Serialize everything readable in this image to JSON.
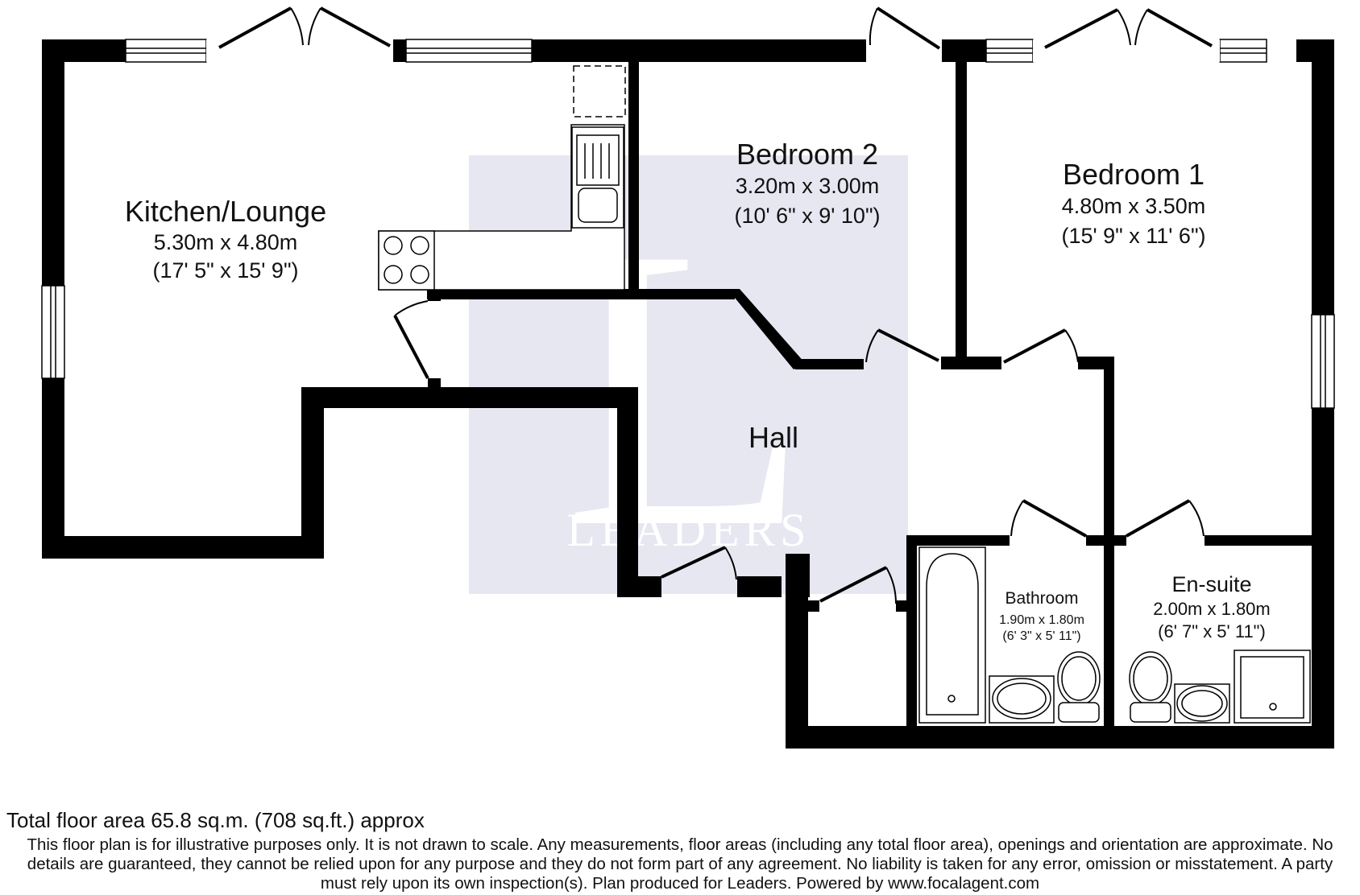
{
  "watermark": {
    "text": "LEADERS",
    "monogram": "L",
    "color": "#e6e7f1"
  },
  "colors": {
    "wall": "#000000",
    "fixture_stroke": "#000000"
  },
  "rooms": {
    "kitchen_lounge": {
      "name": "Kitchen/Lounge",
      "metric": "5.30m x 4.80m",
      "imperial": "(17' 5\" x 15' 9\")"
    },
    "bedroom2": {
      "name": "Bedroom 2",
      "metric": "3.20m x 3.00m",
      "imperial": "(10' 6\" x 9' 10\")"
    },
    "bedroom1": {
      "name": "Bedroom 1",
      "metric": "4.80m x 3.50m",
      "imperial": "(15' 9\" x 11' 6\")"
    },
    "hall": {
      "name": "Hall"
    },
    "bathroom": {
      "name": "Bathroom",
      "metric": "1.90m x 1.80m",
      "imperial": "(6' 3\" x 5' 11\")"
    },
    "ensuite": {
      "name": "En-suite",
      "metric": "2.00m x 1.80m",
      "imperial": "(6' 7\" x 5' 11\")"
    }
  },
  "footer": {
    "total_area": "Total floor area 65.8 sq.m. (708 sq.ft.) approx",
    "disclaimer_line1": "This floor plan is for illustrative purposes only. It is not drawn to scale. Any measurements, floor areas (including any total floor area), openings and orientation are approximate. No",
    "disclaimer_line2": "details are guaranteed, they cannot be relied upon for any purpose and they do not form part of any agreement. No liability is taken for any error, omission or misstatement. A party",
    "disclaimer_line3": "must rely upon its own inspection(s). Plan produced for Leaders. Powered by www.focalagent.com"
  }
}
